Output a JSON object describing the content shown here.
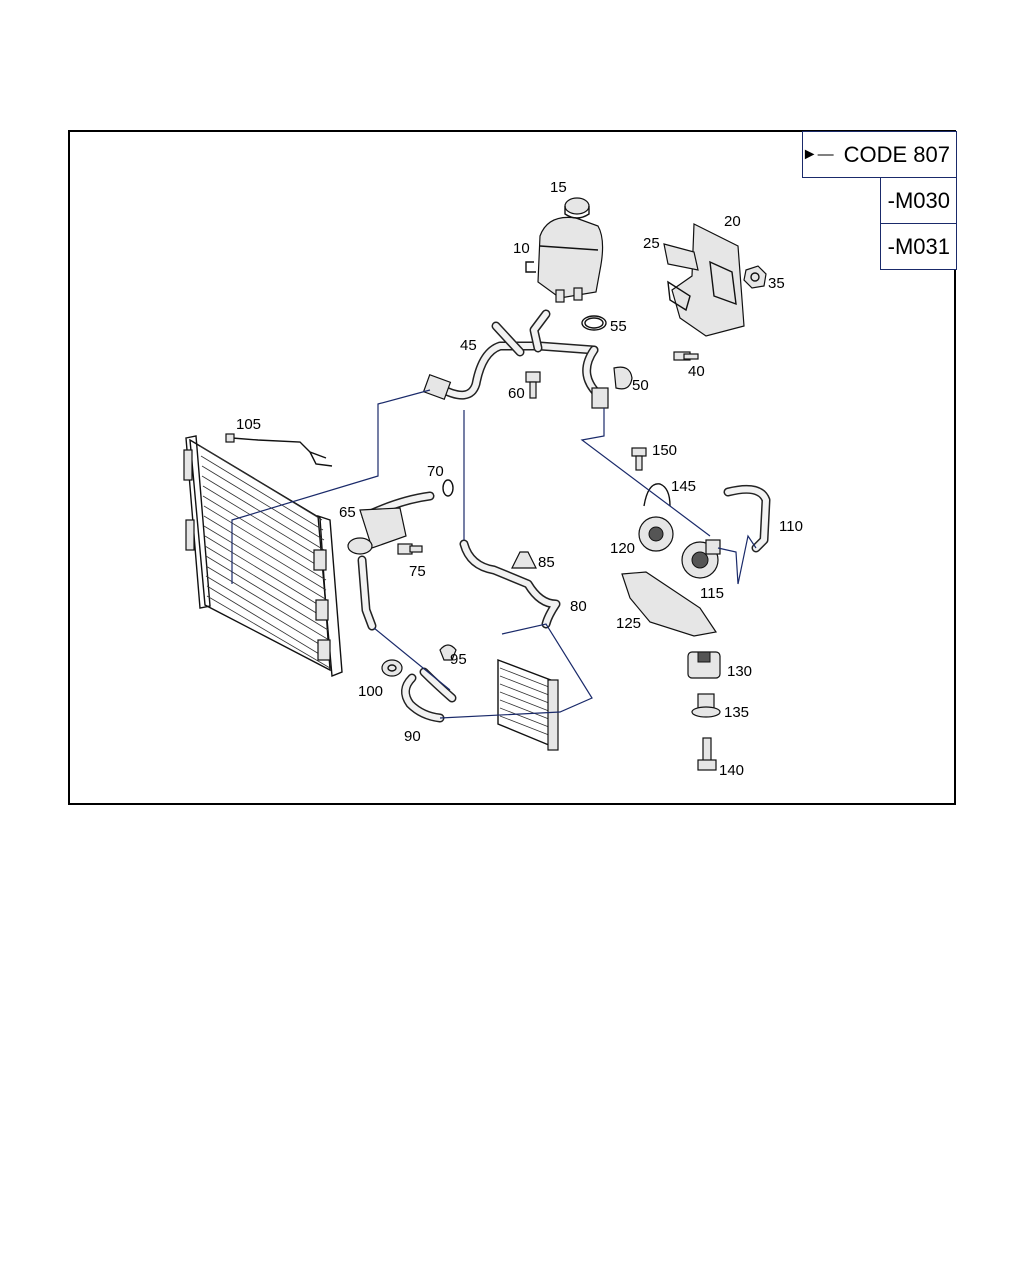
{
  "code_box": {
    "code_label": "CODE 807",
    "variant_1": "-M030",
    "variant_2": "-M031"
  },
  "callouts": {
    "p10": "10",
    "p15": "15",
    "p20": "20",
    "p25": "25",
    "p35": "35",
    "p40": "40",
    "p45": "45",
    "p50": "50",
    "p55": "55",
    "p60": "60",
    "p65": "65",
    "p70": "70",
    "p75": "75",
    "p80": "80",
    "p85": "85",
    "p90": "90",
    "p95": "95",
    "p100": "100",
    "p105": "105",
    "p110": "110",
    "p115": "115",
    "p120": "120",
    "p125": "125",
    "p130": "130",
    "p135": "135",
    "p140": "140",
    "p145": "145",
    "p150": "150"
  },
  "colors": {
    "frame": "#000000",
    "leader": "#1a2a6a",
    "line": "#111111"
  },
  "icons": {
    "code_arrow": "arrow-right-icon"
  }
}
